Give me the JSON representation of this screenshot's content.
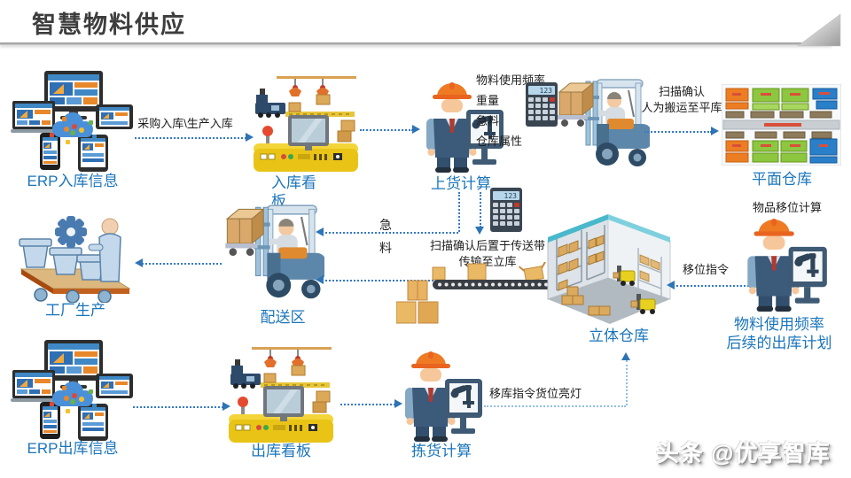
{
  "header": {
    "title": "智慧物料供应"
  },
  "diagram": {
    "row1": {
      "erp_in": "ERP入库信息",
      "purchase_arrow": "采购入库\\生产入库",
      "kanban_in": "入库看\n板",
      "loading_calc": "上货计算",
      "calc_factors": "物料使用频率\n重量\n急料\n仓库属性",
      "calculator_display": "123",
      "scan_arrow": "扫描确认\n人为搬运至平库",
      "flat_warehouse": "平面仓库"
    },
    "row2": {
      "factory": "工厂生产",
      "distribution": "配送区",
      "urgent_arrow": "急\n料",
      "belt_note": "扫描确认后置于传送带\n传输至立库",
      "stereo_warehouse": "立体仓库",
      "shift_arrow": "移位指令",
      "item_shift_title": "物品移位计算",
      "outbound_plan": "物料使用频率\n后续的出库计划"
    },
    "row3": {
      "erp_out": "ERP出库信息",
      "kanban_out": "出库看板",
      "picking_calc": "拣货计算",
      "relocate_arrow": "移库指令货位亮灯"
    }
  },
  "watermark": "头条 @优享智库",
  "colors": {
    "label_blue": "#1b75bb",
    "arrow_blue": "#2e74b5",
    "note_black": "#1d1d1d",
    "machine_yellow": "#e9c416",
    "helmet_orange": "#ef7a24",
    "rack_orange": "#ed7d23",
    "rack_green": "#8dc63f",
    "rack_blue": "#2a7fc9"
  }
}
